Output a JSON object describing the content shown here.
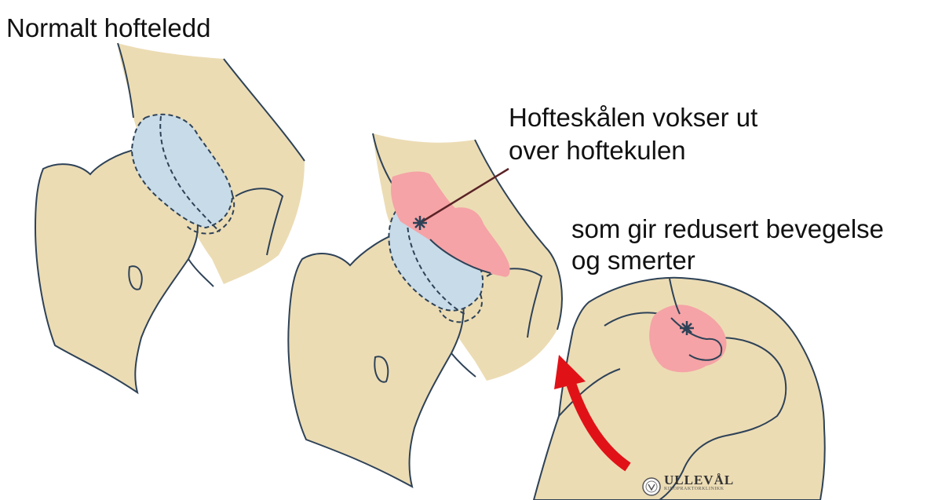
{
  "labels": {
    "normal": "Normalt hofteledd",
    "grow_line1": "Hofteskålen vokser ut",
    "grow_line2": "over hoftekulen",
    "pain_line1": "som gir redusert bevegelse",
    "pain_line2": "og smerter"
  },
  "logo": {
    "name": "ULLEVÅL",
    "subtitle": "KIROPRAKTORKLINIKK"
  },
  "colors": {
    "bone": "#ecdcb4",
    "outline": "#2e4257",
    "cartilage": "#c7dbe9",
    "growth": "#f5a3a6",
    "arrow": "#e01218",
    "background": "#ffffff"
  }
}
